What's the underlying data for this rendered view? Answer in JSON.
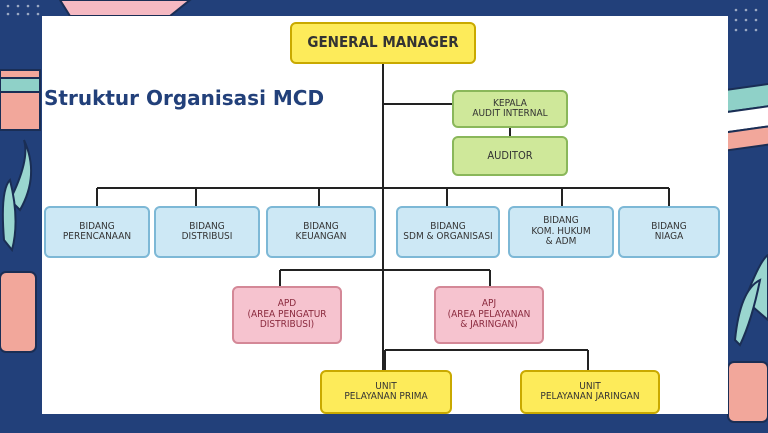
{
  "title": "Struktur Organisasi MCD",
  "org": {
    "general_manager": "GENERAL MANAGER",
    "kepala_audit": "KEPALA\nAUDIT INTERNAL",
    "auditor": "AUDITOR",
    "bidang": [
      "BIDANG\nPERENCANAAN",
      "BIDANG\nDISTRIBUSI",
      "BIDANG\nKEUANGAN",
      "BIDANG\nSDM & ORGANISASI",
      "BIDANG\nKOM. HUKUM\n& ADM",
      "BIDANG\nNIAGA"
    ],
    "apd": "APD\n(AREA PENGATUR\nDISTRIBUSI)",
    "apj": "APJ\n(AREA PELAYANAN\n& JARINGAN)",
    "upp": "UNIT\nPELAYANAN PRIMA",
    "upj": "UNIT\nPELAYANAN JARINGAN"
  },
  "colors": {
    "background": "#22407a",
    "yellow": "#fdeb5a",
    "green": "#cfe89a",
    "blue": "#cde8f5",
    "pink": "#f6c3cf"
  }
}
